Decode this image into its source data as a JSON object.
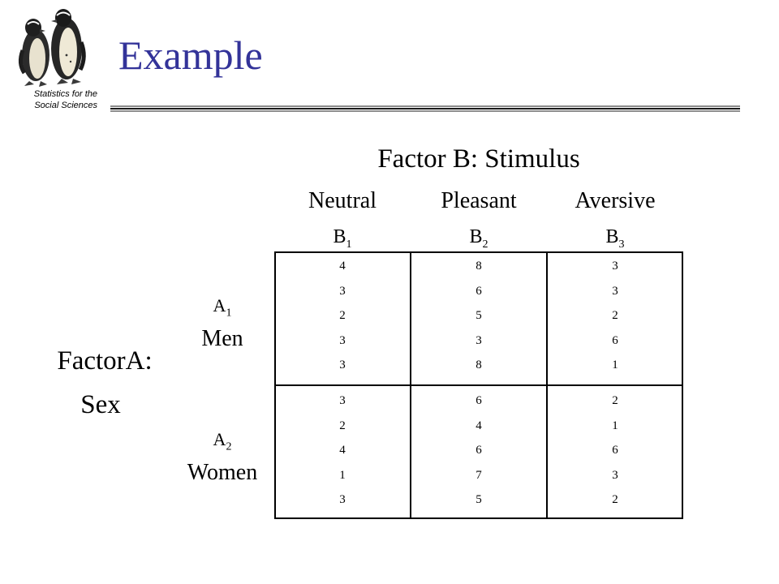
{
  "header": {
    "title": "Example",
    "caption_line_1": "Statistics for the",
    "caption_line_2": "Social Sciences",
    "logo_icon": "penguins-logo"
  },
  "colors": {
    "title": "#333399",
    "text": "#000000",
    "rule": "#1a1a1a",
    "table_border": "#000000"
  },
  "factor_b": {
    "title": "Factor B: Stimulus",
    "columns": [
      {
        "name": "Neutral",
        "code": "B",
        "sub": "1"
      },
      {
        "name": "Pleasant",
        "code": "B",
        "sub": "2"
      },
      {
        "name": "Aversive",
        "code": "B",
        "sub": "3"
      }
    ]
  },
  "factor_a": {
    "title_line_1": "FactorA:",
    "title_line_2": "Sex",
    "rows": [
      {
        "code": "A",
        "sub": "1",
        "name": "Men"
      },
      {
        "code": "A",
        "sub": "2",
        "name": "Women"
      }
    ]
  },
  "table": {
    "cells": [
      [
        [
          "4",
          "3",
          "2",
          "3",
          "3"
        ],
        [
          "8",
          "6",
          "5",
          "3",
          "8"
        ],
        [
          "3",
          "3",
          "2",
          "6",
          "1"
        ]
      ],
      [
        [
          "3",
          "2",
          "4",
          "1",
          "3"
        ],
        [
          "6",
          "4",
          "6",
          "7",
          "5"
        ],
        [
          "2",
          "1",
          "6",
          "3",
          "2"
        ]
      ]
    ]
  }
}
